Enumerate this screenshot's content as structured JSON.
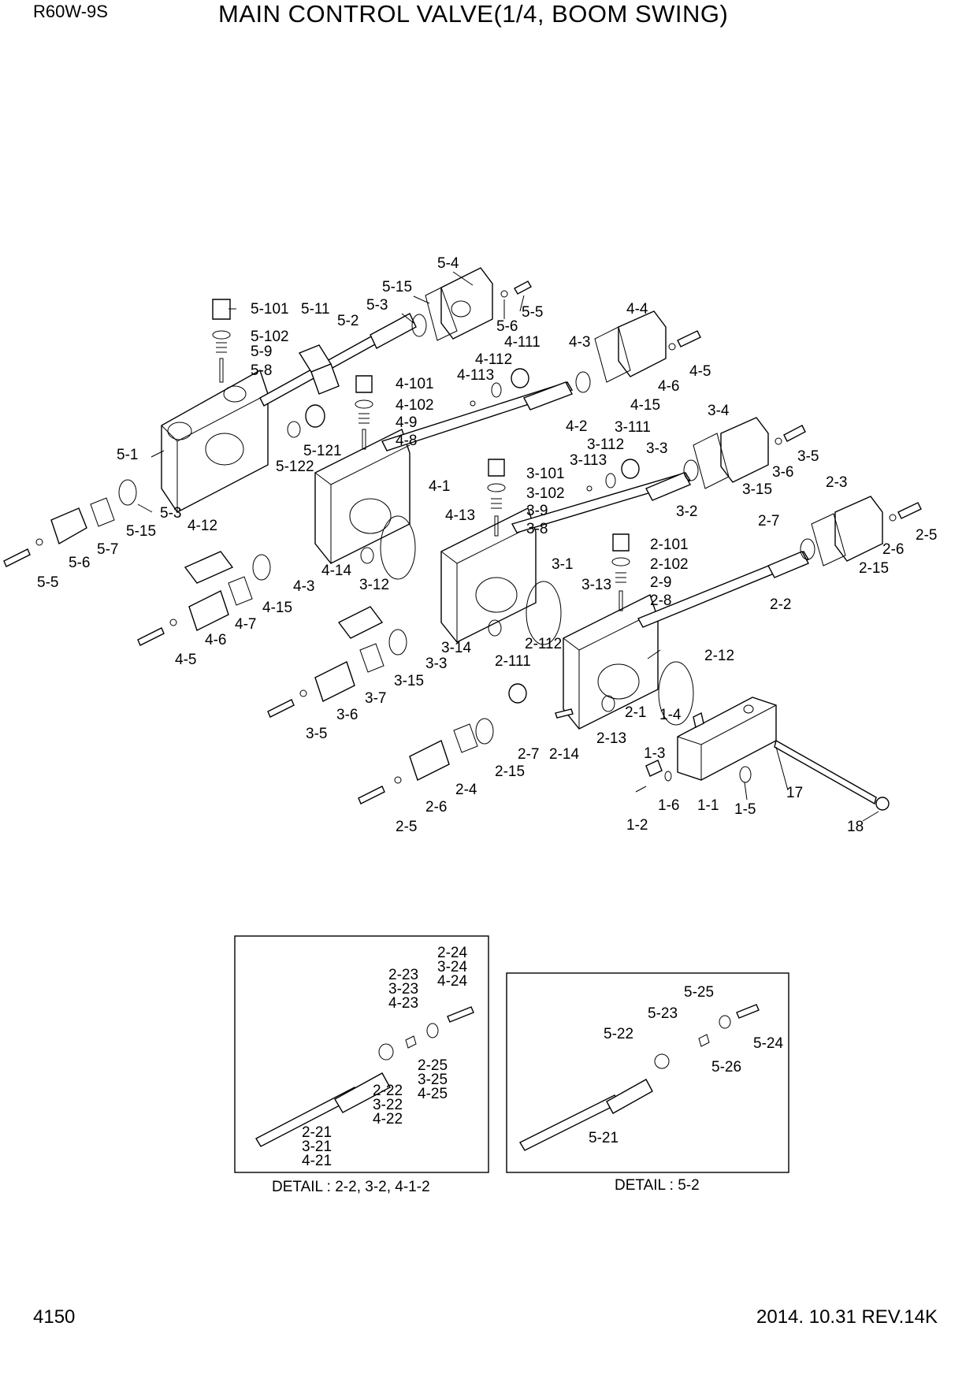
{
  "header": {
    "model": "R60W-9S",
    "title": "MAIN CONTROL VALVE(1/4, BOOM SWING)"
  },
  "footer": {
    "page": "4150",
    "revision": "2014. 10.31  REV.14K"
  },
  "labels": [
    "5-4",
    "5-15",
    "5-3",
    "5-101",
    "5-11",
    "5-2",
    "5-6",
    "5-5",
    "5-102",
    "5-9",
    "5-8",
    "4-111",
    "4-112",
    "4-113",
    "4-3",
    "4-4",
    "4-101",
    "4-102",
    "4-9",
    "4-8",
    "4-6",
    "4-5",
    "4-15",
    "5-121",
    "5-122",
    "5-1",
    "4-2",
    "3-111",
    "3-112",
    "3-113",
    "3-3",
    "3-4",
    "3-101",
    "3-102",
    "3-9",
    "3-8",
    "3-6",
    "3-5",
    "3-15",
    "2-3",
    "4-1",
    "4-13",
    "3-2",
    "5-3",
    "5-15",
    "5-7",
    "5-6",
    "5-5",
    "4-12",
    "4-14",
    "4-3",
    "3-1",
    "2-7",
    "2-5",
    "2-101",
    "2-102",
    "2-9",
    "2-8",
    "2-6",
    "2-15",
    "4-15",
    "4-7",
    "4-6",
    "4-5",
    "3-12",
    "3-13",
    "2-2",
    "3-14",
    "3-3",
    "2-112",
    "2-12",
    "2-111",
    "3-15",
    "3-7",
    "3-6",
    "3-5",
    "2-1",
    "1-4",
    "2-13",
    "2-14",
    "2-7",
    "1-3",
    "2-15",
    "2-4",
    "1-6",
    "1-1",
    "1-5",
    "17",
    "2-6",
    "2-5",
    "1-2",
    "18"
  ],
  "detail_left": {
    "caption": "DETAIL :  2-2,  3-2, 4-1-2",
    "labels": [
      "2-24",
      "3-24",
      "4-24",
      "2-23",
      "3-23",
      "4-23",
      "2-25",
      "3-25",
      "4-25",
      "2-22",
      "3-22",
      "4-22",
      "2-21",
      "3-21",
      "4-21"
    ]
  },
  "detail_right": {
    "caption": "DETAIL :  5-2",
    "labels": [
      "5-25",
      "5-23",
      "5-22",
      "5-24",
      "5-26",
      "5-21"
    ]
  }
}
